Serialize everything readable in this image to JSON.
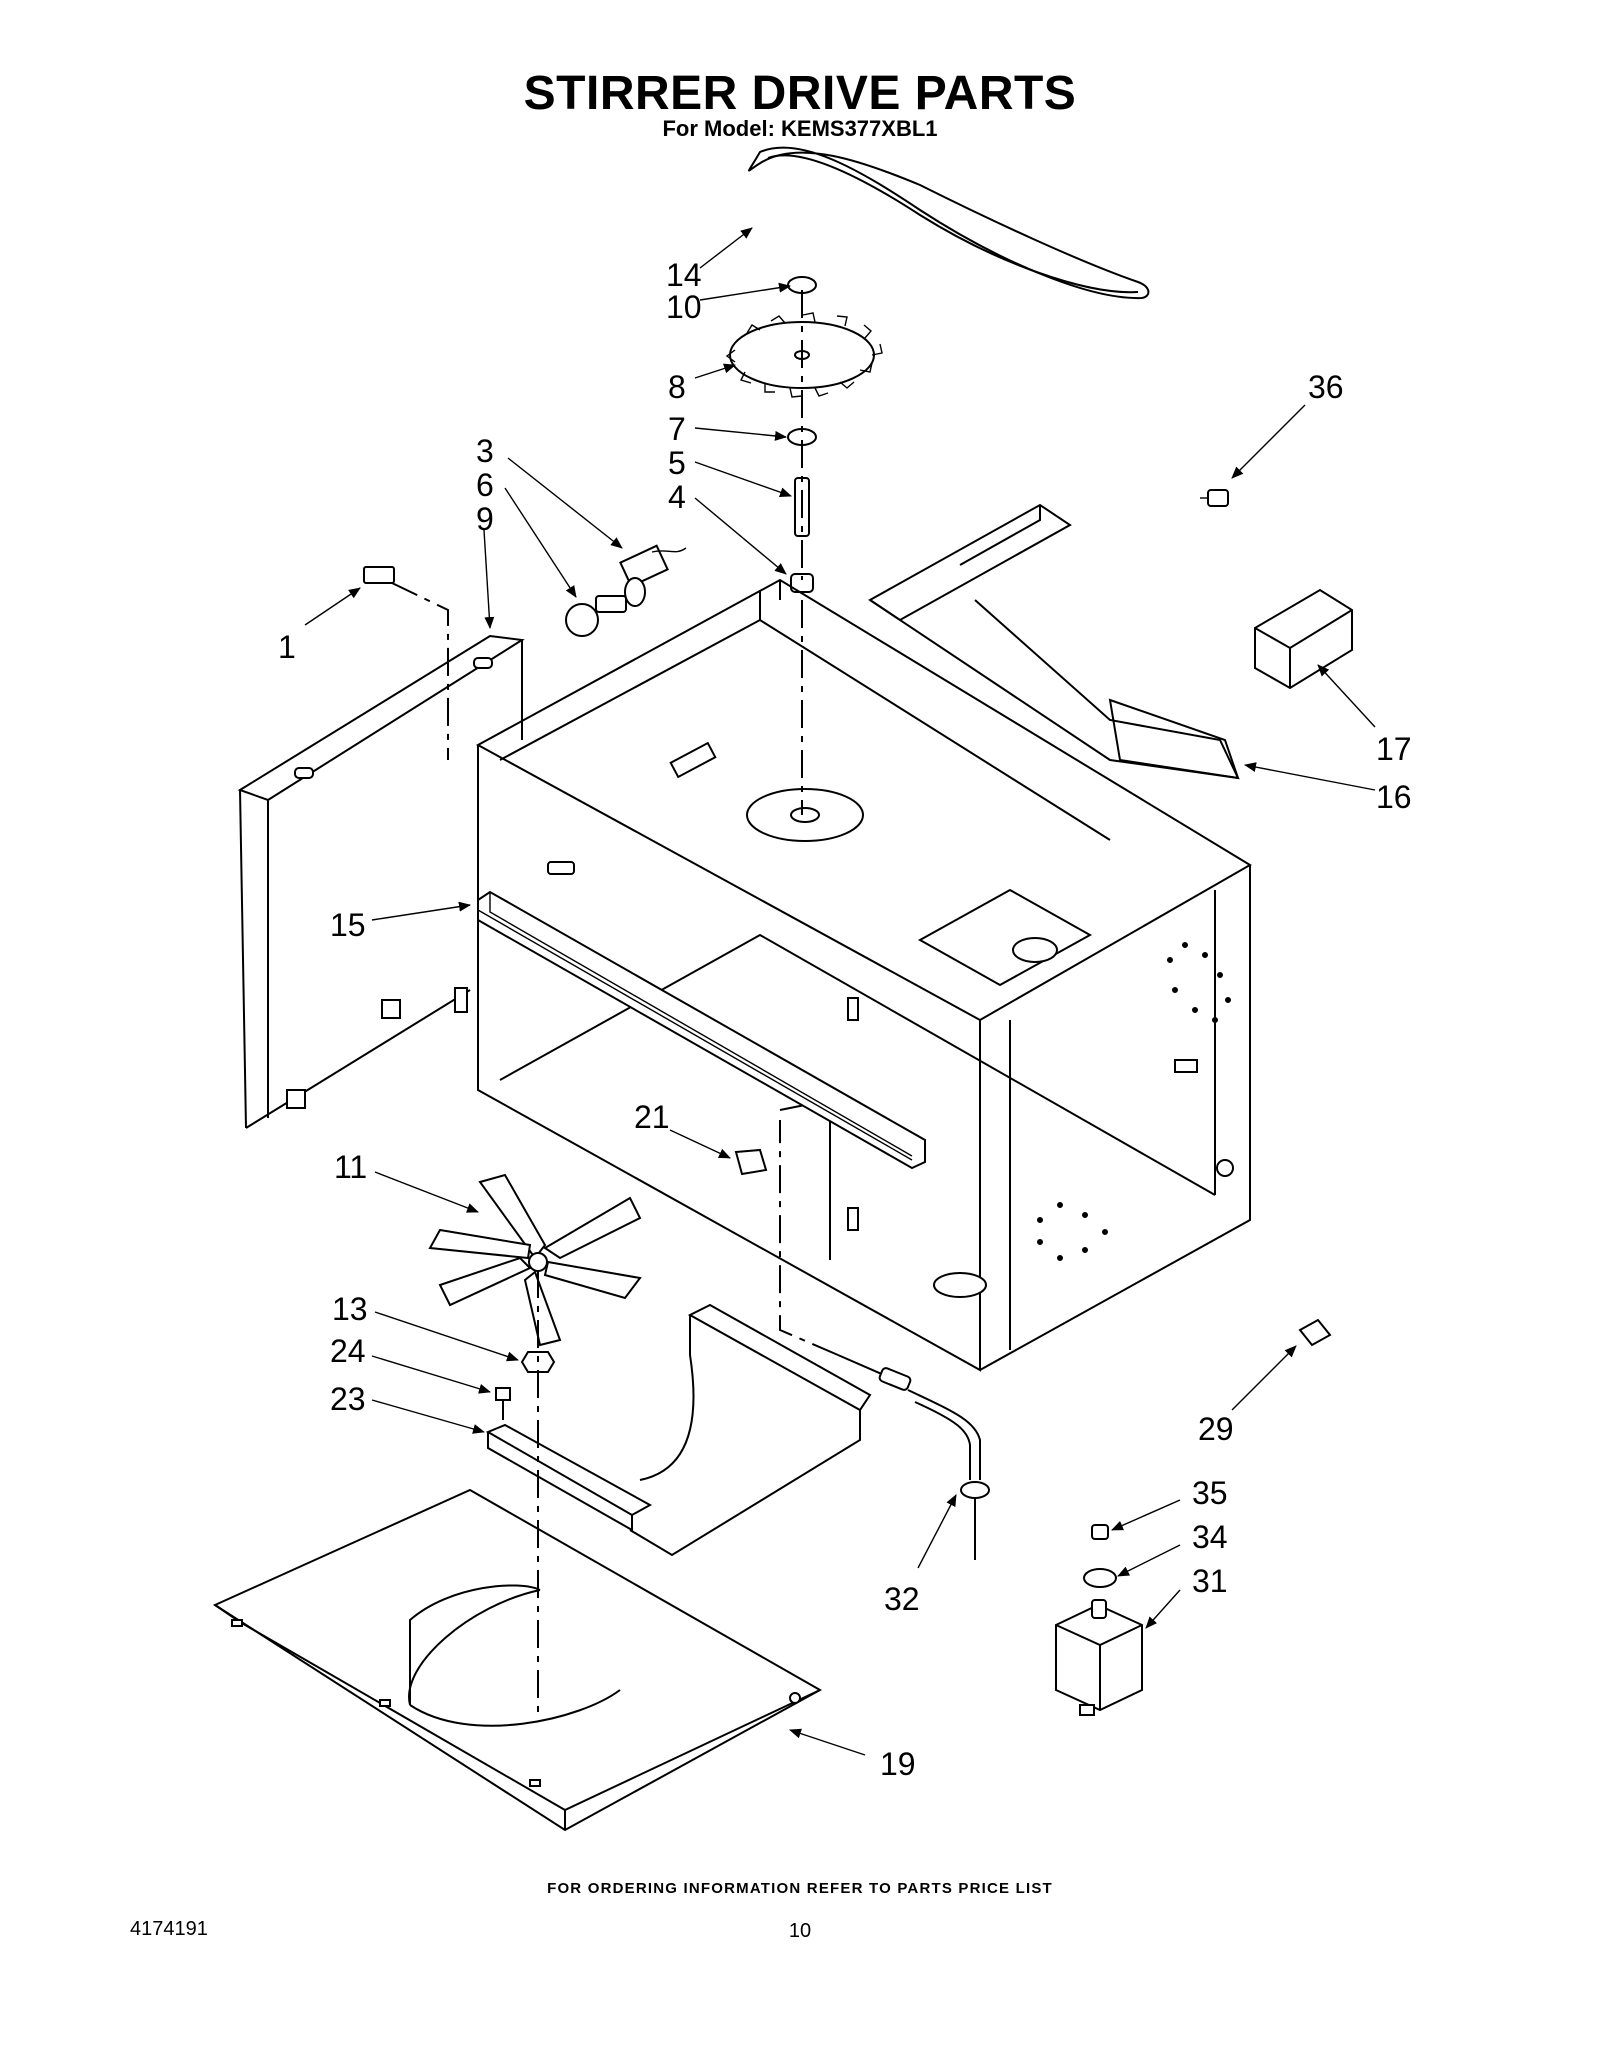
{
  "header": {
    "title": "STIRRER DRIVE PARTS",
    "subtitle": "For Model: KEMS377XBL1"
  },
  "callouts": [
    "14",
    "10",
    "8",
    "7",
    "5",
    "4",
    "3",
    "6",
    "9",
    "1",
    "36",
    "17",
    "16",
    "15",
    "21",
    "11",
    "13",
    "24",
    "23",
    "29",
    "35",
    "34",
    "31",
    "32",
    "19"
  ],
  "footer": {
    "note": "FOR ORDERING INFORMATION REFER TO PARTS PRICE LIST",
    "doc_number": "4174191",
    "page_number": "10"
  }
}
